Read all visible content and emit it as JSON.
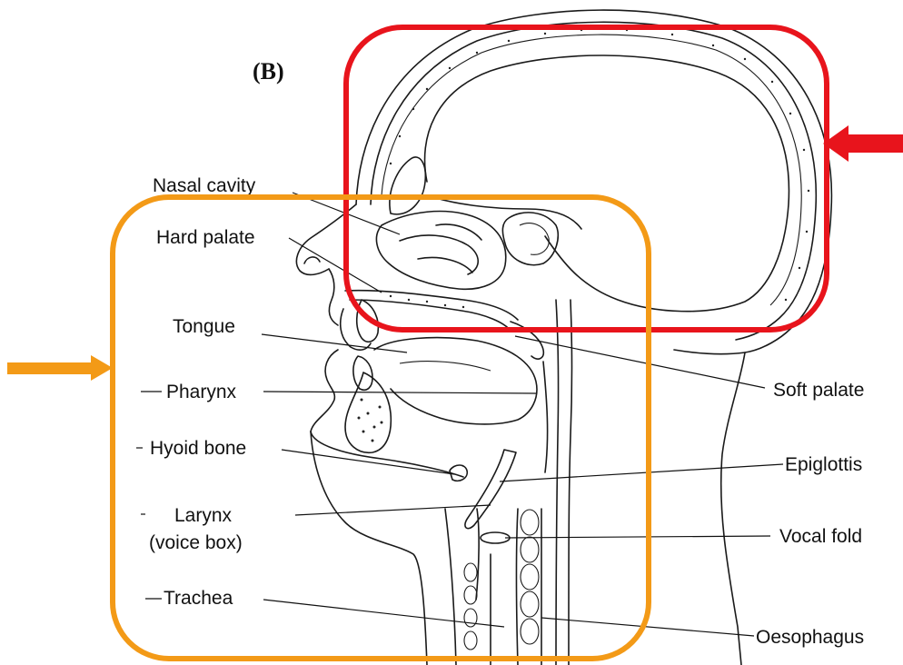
{
  "figure_label": "(B)",
  "labels": {
    "nasal_cavity": "Nasal cavity",
    "hard_palate": "Hard palate",
    "tongue": "Tongue",
    "pharynx": "Pharynx",
    "hyoid_bone": "Hyoid bone",
    "larynx_line1": "Larynx",
    "larynx_line2": "(voice box)",
    "trachea": "Trachea",
    "soft_palate": "Soft palate",
    "epiglottis": "Epiglottis",
    "vocal_fold": "Vocal fold",
    "oesophagus": "Oesophagus"
  },
  "highlights": {
    "red": "#e8141c",
    "orange": "#f39a17"
  }
}
